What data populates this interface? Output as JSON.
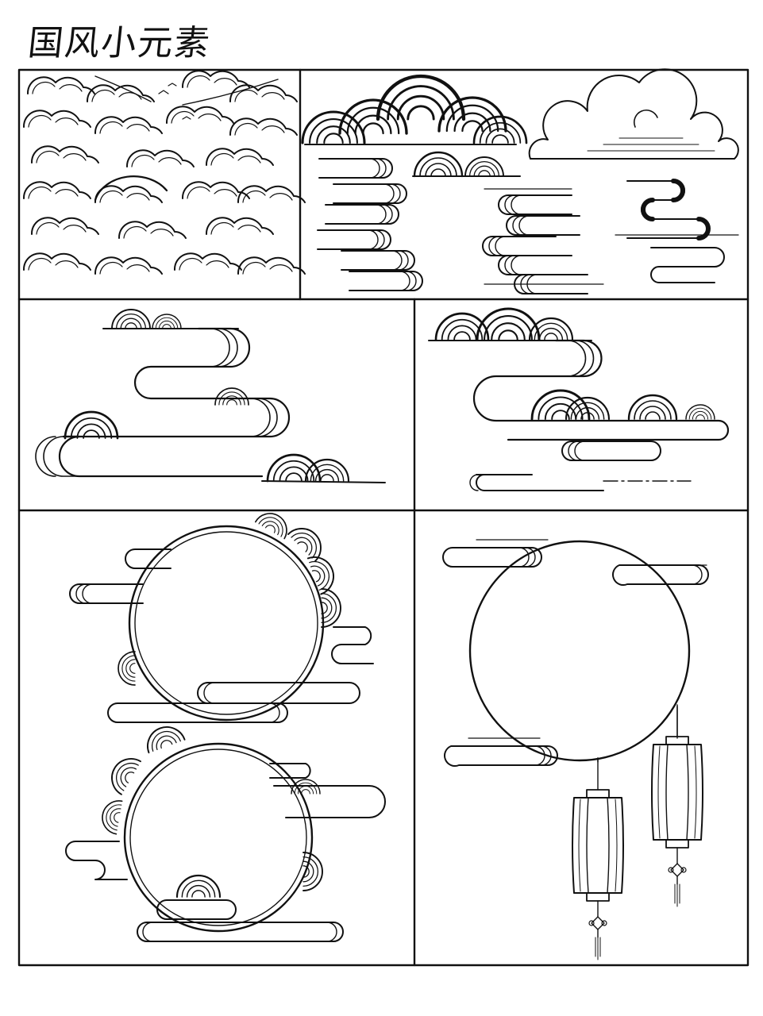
{
  "page": {
    "title": "国风小元素"
  },
  "colors": {
    "ink": "#111111",
    "paper": "#ffffff"
  },
  "panels": [
    {
      "name": "panel-sky-clouds",
      "icon": "cloud-sea-icon"
    },
    {
      "name": "panel-cloud-collection",
      "icon": "cloud-motif-icon"
    },
    {
      "name": "panel-ribbon-cloud-left",
      "icon": "ribbon-cloud-icon"
    },
    {
      "name": "panel-ribbon-cloud-right",
      "icon": "ribbon-cloud-icon"
    },
    {
      "name": "panel-moon-frames",
      "icon": "moon-frame-icon"
    },
    {
      "name": "panel-moon-lanterns",
      "icon": "lantern-icon"
    }
  ]
}
